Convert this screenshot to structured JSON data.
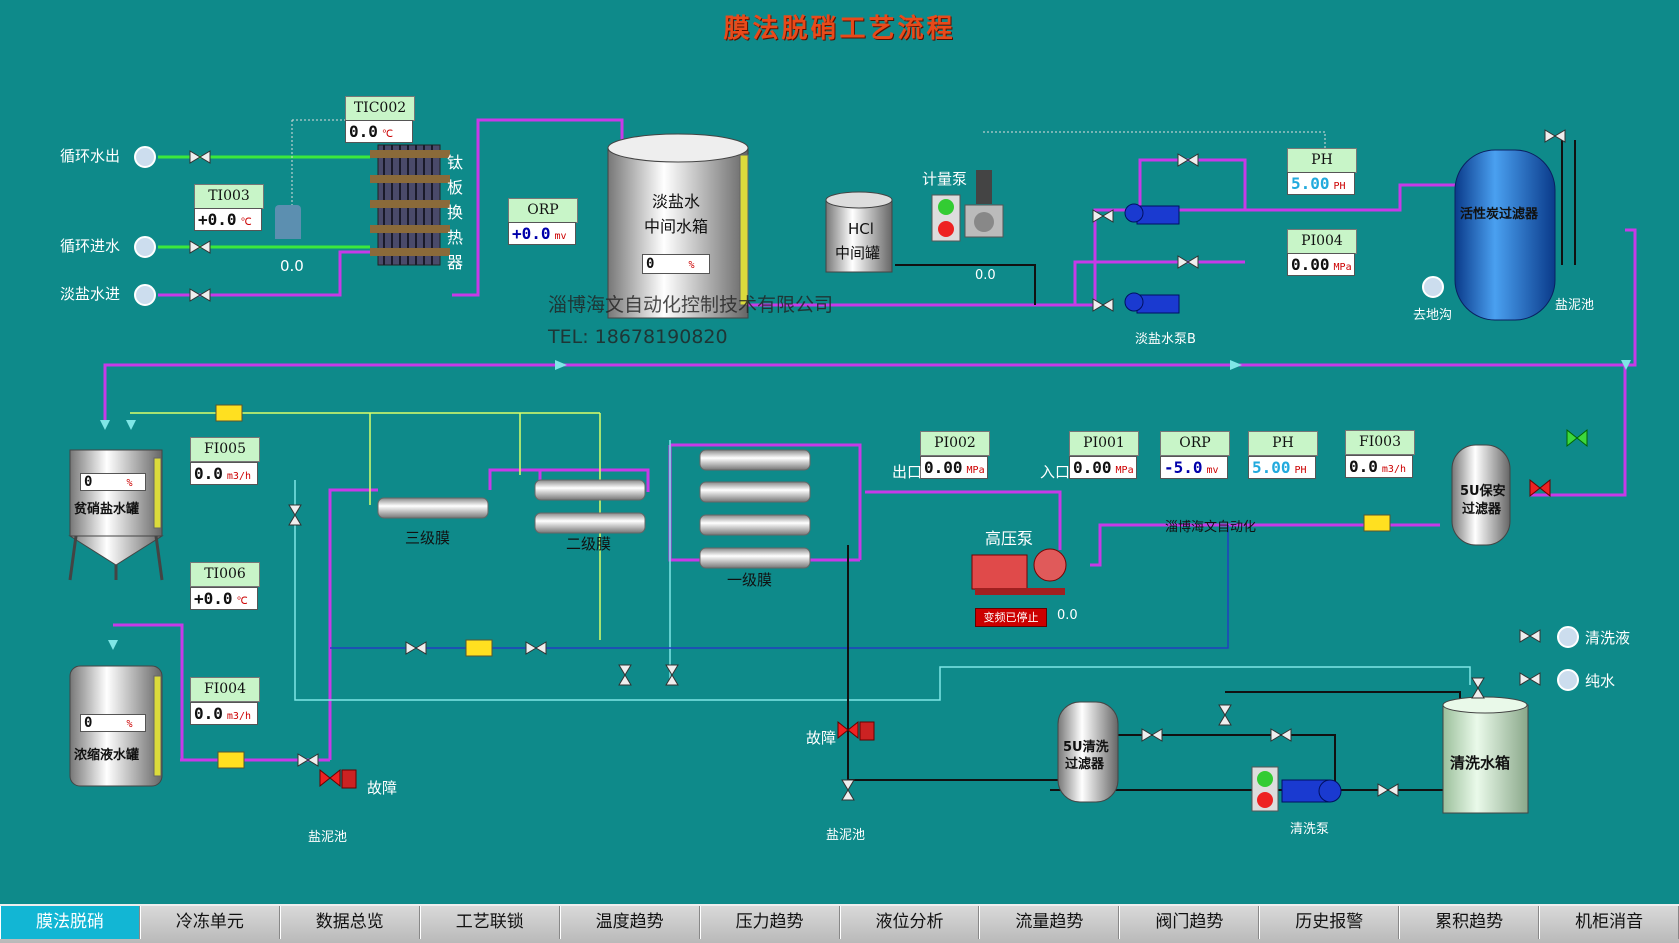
{
  "title": "膜法脱硝工艺流程",
  "inputs": {
    "circ_out": "循环水出",
    "circ_in": "循环进水",
    "fresh_in": "淡盐水进"
  },
  "exchanger": {
    "label": "钛板换热器"
  },
  "valve_tv": {
    "value": "0.0"
  },
  "instruments": {
    "tic002": {
      "tag": "TIC002",
      "value": "0.0",
      "unit": "℃"
    },
    "ti003": {
      "tag": "TI003",
      "value": "+0.0",
      "unit": "℃"
    },
    "orp1": {
      "tag": "ORP",
      "value": "+0.0",
      "unit": "mv"
    },
    "ph1": {
      "tag": "PH",
      "value": "5.00",
      "unit": "PH"
    },
    "pi004": {
      "tag": "PI004",
      "value": "0.00",
      "unit": "MPa"
    },
    "pi002": {
      "tag": "PI002",
      "value": "0.00",
      "unit": "MPa"
    },
    "pi001": {
      "tag": "PI001",
      "value": "0.00",
      "unit": "MPa"
    },
    "orp2": {
      "tag": "ORP",
      "value": "-5.0",
      "unit": "mv"
    },
    "ph2": {
      "tag": "PH",
      "value": "5.00",
      "unit": "PH"
    },
    "fi003": {
      "tag": "FI003",
      "value": "0.0",
      "unit": "m3/h"
    },
    "fi005": {
      "tag": "FI005",
      "value": "0.0",
      "unit": "m3/h"
    },
    "ti006": {
      "tag": "TI006",
      "value": "+0.0",
      "unit": "℃"
    },
    "fi004": {
      "tag": "FI004",
      "value": "0.0",
      "unit": "m3/h"
    }
  },
  "tanks": {
    "mid_tank": {
      "label1": "淡盐水",
      "label2": "中间水箱",
      "level": "0",
      "unit": "%"
    },
    "hcl": {
      "label1": "HCl",
      "label2": "中间罐"
    },
    "carbon": {
      "label": "活性炭过滤器"
    },
    "lean": {
      "label": "贫硝盐水罐",
      "level": "0",
      "unit": "%"
    },
    "conc": {
      "label": "浓缩液水罐",
      "level": "0",
      "unit": "%"
    },
    "filter5": {
      "label1": "5U保安",
      "label2": "过滤器"
    },
    "clean_filter": {
      "label1": "5U清洗",
      "label2": "过滤器"
    },
    "clean_tank": {
      "label": "清洗水箱"
    }
  },
  "labels": {
    "dosing_pump": "计量泵",
    "dosing_value": "0.0",
    "pump_b": "淡盐水泵B",
    "ditch": "去地沟",
    "sludge1": "盐泥池",
    "sludge2": "盐泥池",
    "sludge3": "盐泥池",
    "hp_pump": "高压泵",
    "hp_status": "变频已停止",
    "hp_value": "0.0",
    "outlet": "出口",
    "inlet": "入口",
    "mem3": "三级膜",
    "mem2": "二级膜",
    "mem1": "一级膜",
    "fault1": "故障",
    "fault2": "故障",
    "clean_liquid": "清洗液",
    "pure_water": "纯水",
    "clean_pump": "清洗泵"
  },
  "watermark": {
    "company": "淄博海文自动化控制技术有限公司",
    "tel": "TEL:  18678190820",
    "small": "淄博海文自动化"
  },
  "nav": [
    "膜法脱硝",
    "冷冻单元",
    "数据总览",
    "工艺联锁",
    "温度趋势",
    "压力趋势",
    "液位分析",
    "流量趋势",
    "阀门趋势",
    "历史报警",
    "累积趋势",
    "机柜消音"
  ],
  "colors": {
    "bg": "#0e8a8a",
    "pipe_main": "#c83ae8",
    "pipe_green": "#3ce83c",
    "pipe_cyan": "#7fe6e6",
    "pipe_blue": "#2040c0",
    "nav_active": "#12b6d4"
  }
}
